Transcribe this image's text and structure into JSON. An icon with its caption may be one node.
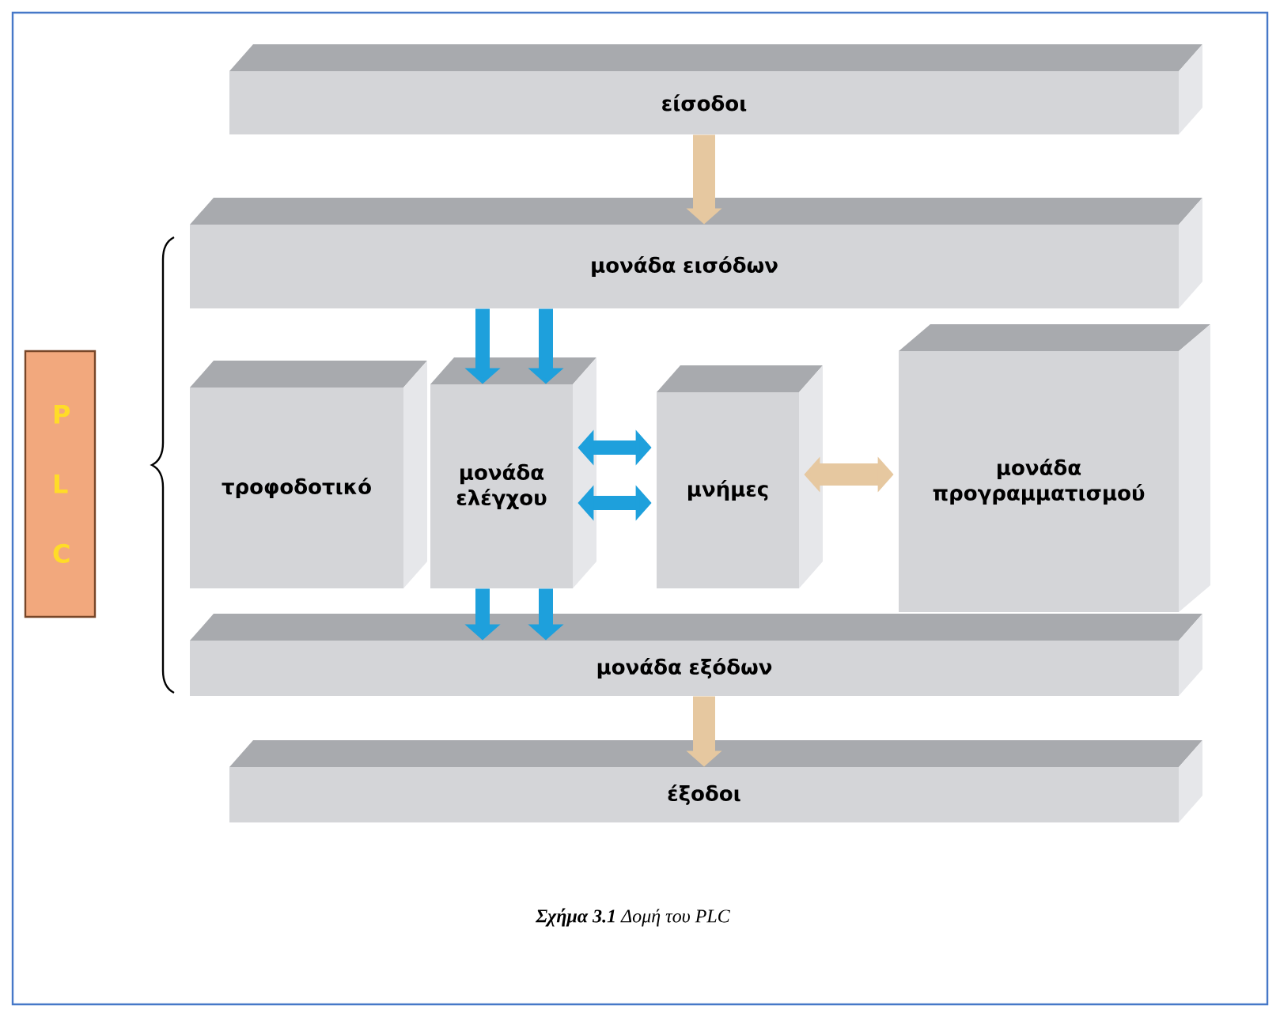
{
  "diagram": {
    "caption": "**Σχήμα 3.1** Δομή του PLC",
    "nodes": [
      {
        "text": [
          "είσοδοι"
        ]
      },
      {
        "text": [
          "μονάδα εισόδων"
        ]
      },
      {
        "text": [
          "τροφοδοτικό"
        ]
      },
      {
        "text": [
          "μονάδα ελέγχου"
        ]
      },
      {
        "text": [
          "μνήμες"
        ]
      },
      {
        "text": [
          "μονάδα προγραμματισμού"
        ]
      },
      {
        "text": [
          "μονάδα εξόδων"
        ]
      },
      {
        "text": [
          "έξοδοι"
        ]
      },
      {
        "text": [
          "P L C"
        ]
      }
    ],
    "edges": [
      {
        "from": 0,
        "to": 1,
        "arrow": "to",
        "color": "#e6c8a0"
      },
      {
        "from": 1,
        "to": 3,
        "arrow": "to"
      },
      {
        "from": 1,
        "to": 3,
        "arrow": "to"
      },
      {
        "from": 3,
        "to": 4,
        "arrow": "both"
      },
      {
        "from": 3,
        "to": 4,
        "arrow": "both"
      },
      {
        "from": 4,
        "to": 5,
        "arrow": "both",
        "color": "#e6c8a0"
      },
      {
        "from": 3,
        "to": 6,
        "arrow": "to"
      },
      {
        "from": 3,
        "to": 6,
        "arrow": "to"
      },
      {
        "from": 6,
        "to": 7,
        "arrow": "to",
        "color": "#e6c8a0"
      }
    ]
  }
}
